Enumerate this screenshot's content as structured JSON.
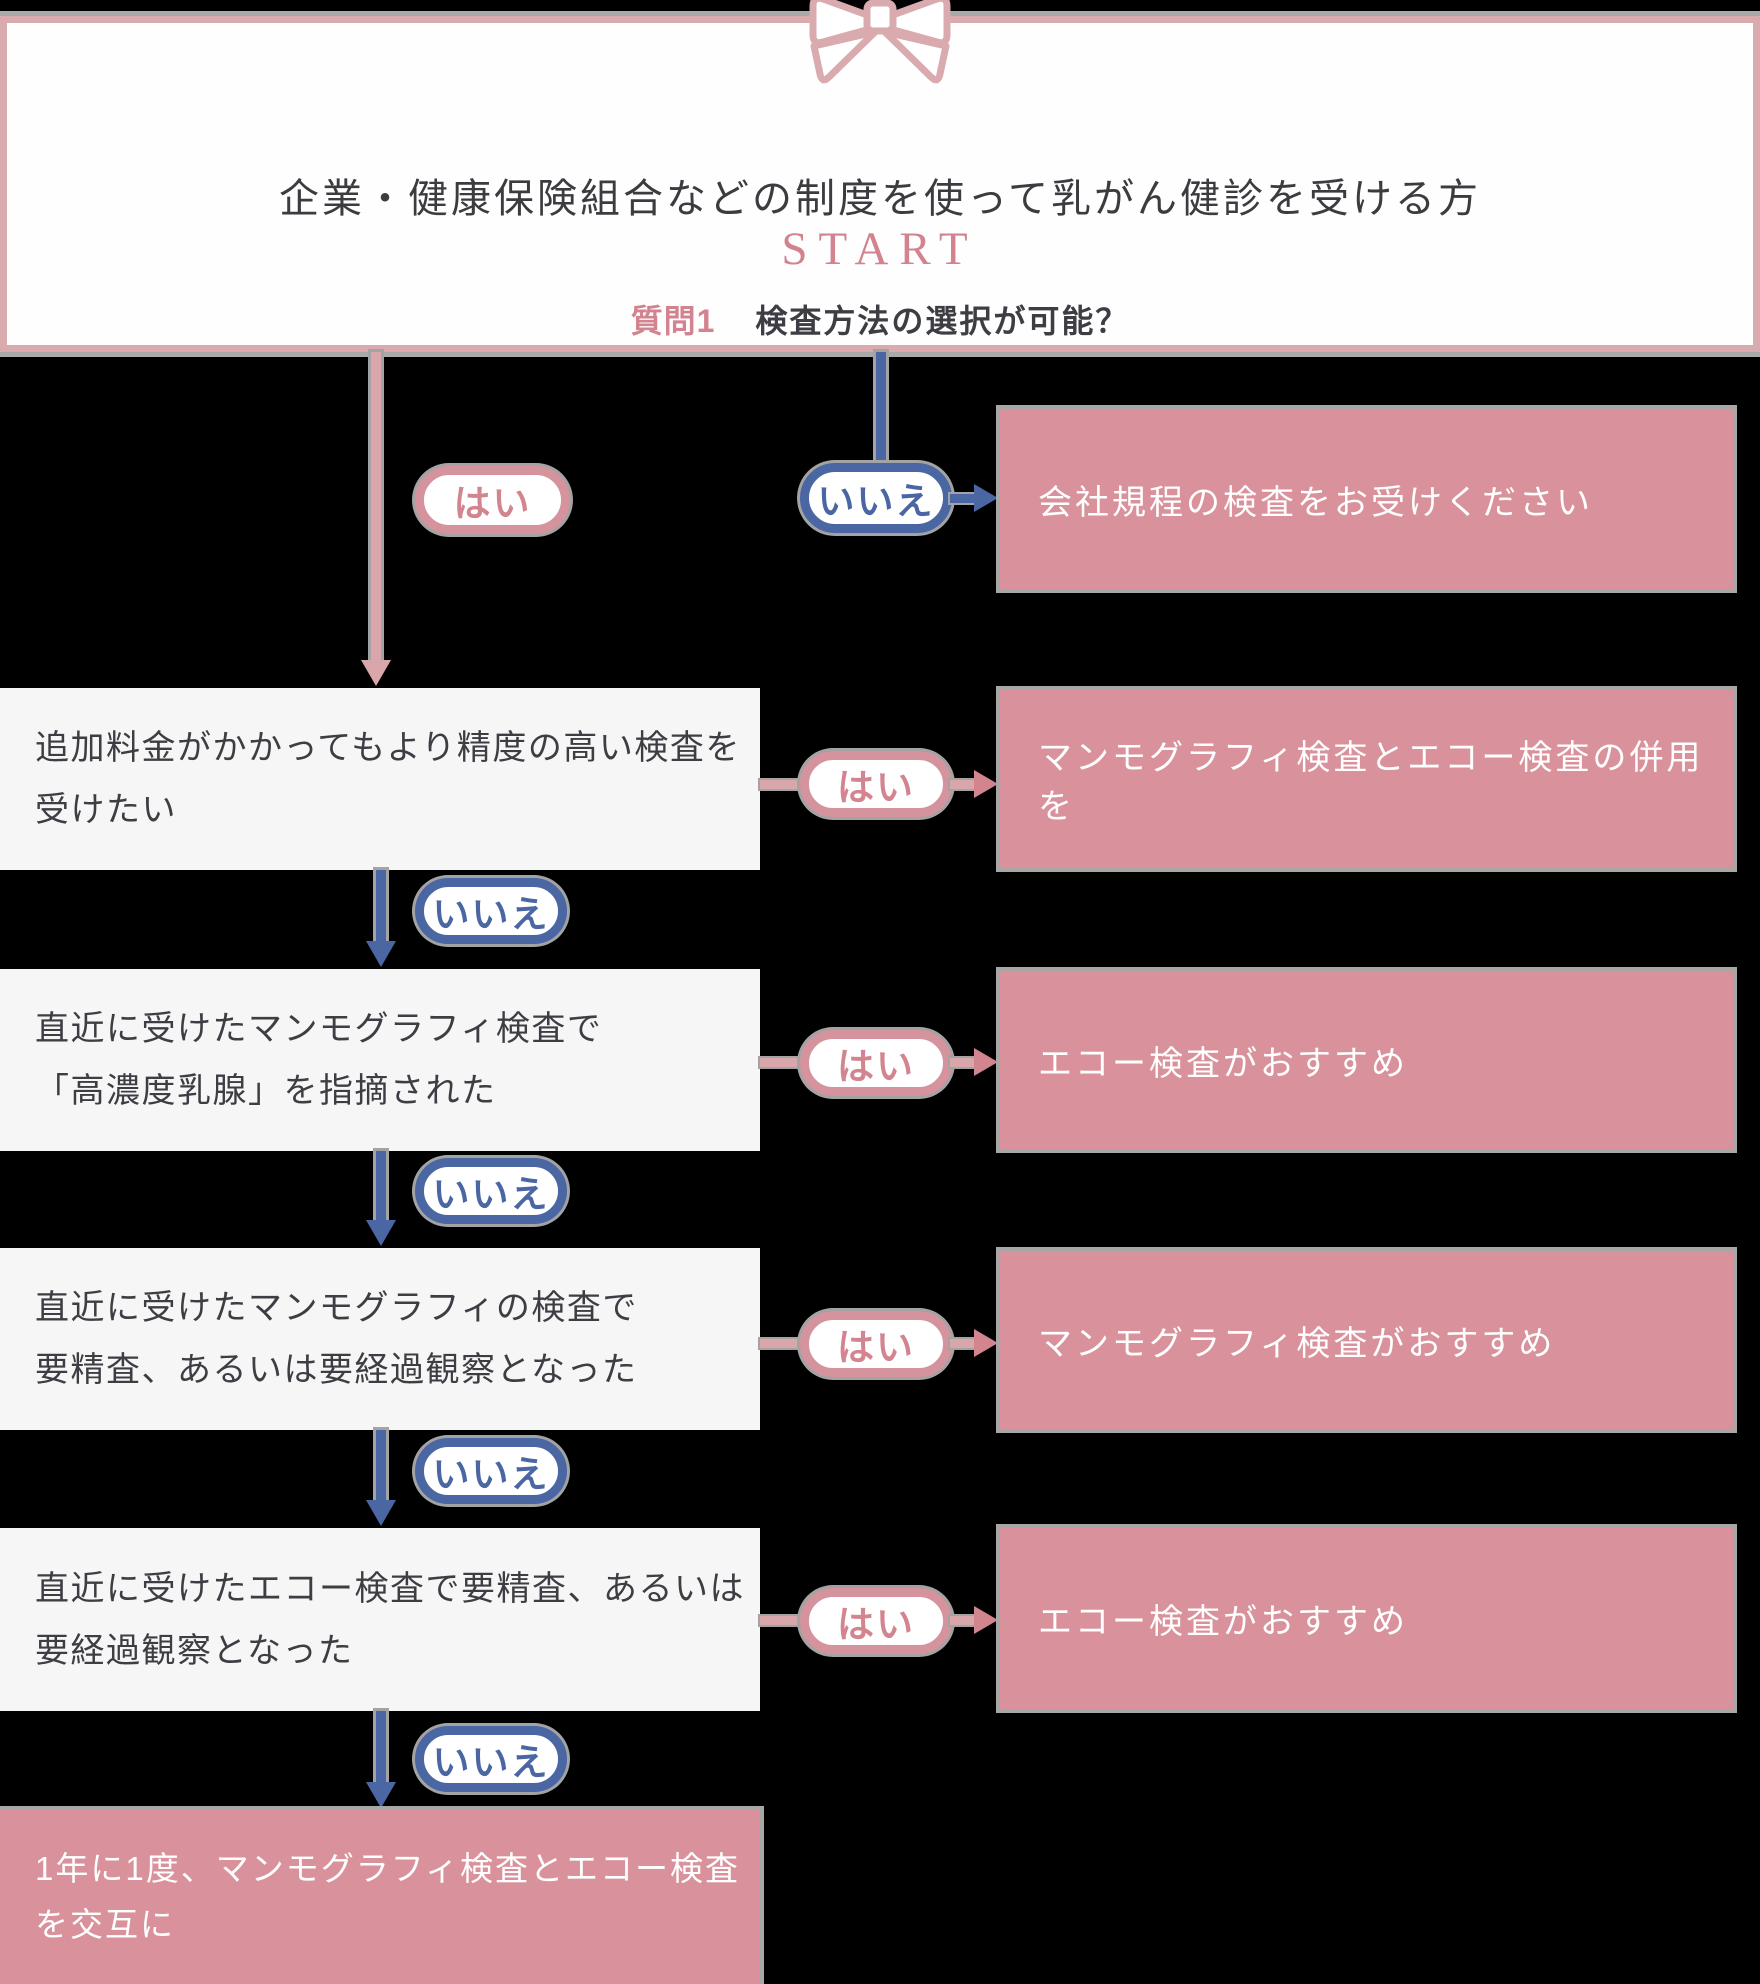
{
  "palette": {
    "background": "#000000",
    "pink_accent": "#d2838f",
    "pink_line": "#d9a6ab",
    "pink_box": "#d9929b",
    "blue_accent": "#4a67a3",
    "gray_outline": "#a7a7a7",
    "question_box_bg": "#f7f6f6",
    "dark_text": "#3d3d43"
  },
  "header": {
    "title": "企業・健康保険組合などの制度を使って乳がん健診を受ける方",
    "start_label": "START",
    "question_tag": "質問1",
    "question_text": "検査方法の選択が可能？"
  },
  "pills": {
    "yes": "はい",
    "no": "いいえ"
  },
  "flow": {
    "q1_no_result": "会社規程の検査をお受けください",
    "rows": [
      {
        "question_line1": "追加料金がかかってもより精度の高い検査を",
        "question_line2": "受けたい",
        "yes_result": "マンモグラフィ検査とエコー検査の併用を"
      },
      {
        "question_line1": "直近に受けたマンモグラフィ検査で",
        "question_line2": "「高濃度乳腺」を指摘された",
        "yes_result": "エコー検査がおすすめ"
      },
      {
        "question_line1": "直近に受けたマンモグラフィの検査で",
        "question_line2": "要精査、あるいは要経過観察となった",
        "yes_result": "マンモグラフィ検査がおすすめ"
      },
      {
        "question_line1": "直近に受けたエコー検査で要精査、あるいは",
        "question_line2": "要経過観察となった",
        "yes_result": "エコー検査がおすすめ"
      }
    ],
    "final_line1": "1年に1度、マンモグラフィ検査とエコー検査",
    "final_line2": "を交互に"
  }
}
